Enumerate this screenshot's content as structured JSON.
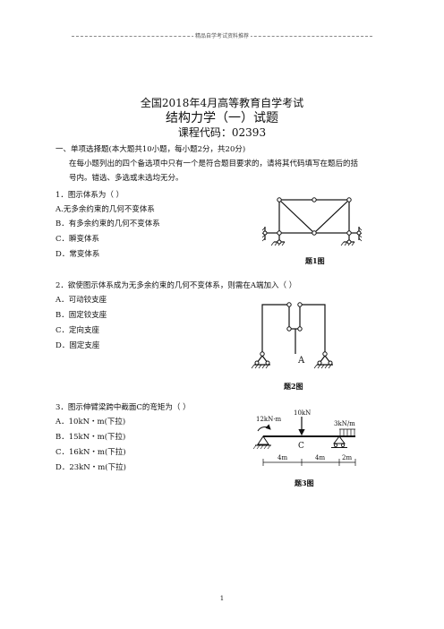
{
  "header": {
    "text": "精品自学考试资料推荐"
  },
  "exam": {
    "title": "全国2018年4月高等教育自学考试",
    "subject": "结构力学（一）试题",
    "code": "课程代码：02393"
  },
  "section1": {
    "heading": "一、单项选择题(本大题共10小题，每小题2分，共20分)",
    "instruction_line1": "在每小题列出的四个备选项中只有一个是符合题目要求的，请将其代码填写在题后的括",
    "instruction_line2": "号内。错选、多选或未选均无分。"
  },
  "questions": [
    {
      "stem": "1．图示体系为（          ）",
      "options": [
        "A.无多余约束的几何不变体系",
        "B．有多余约束的几何不变体系",
        "C．瞬变体系",
        "D．常变体系"
      ],
      "figure_caption": "题1图"
    },
    {
      "stem": "2．欲使图示体系成为无多余约束的几何不变体系，则需在A端加入（          ）",
      "options": [
        "A．可动铰支座",
        "B．固定铰支座",
        "C．定向支座",
        "D．固定支座"
      ],
      "figure_caption": "题2图",
      "figure_label": "A"
    },
    {
      "stem": "3．图示伸臂梁跨中截面C的弯矩为（          ）",
      "options": [
        "A．10kN・m(下拉)",
        "B．15kN・m(下拉)",
        "C．16kN・m(下拉)",
        "D．23kN・m(下拉)"
      ],
      "figure_caption": "题3图",
      "figure_labels": {
        "point_load": "10kN",
        "moment": "12kN·m",
        "distributed": "3kN/m",
        "section": "C",
        "dims": [
          "4m",
          "4m",
          "2m"
        ]
      }
    }
  ],
  "page_number": "1"
}
